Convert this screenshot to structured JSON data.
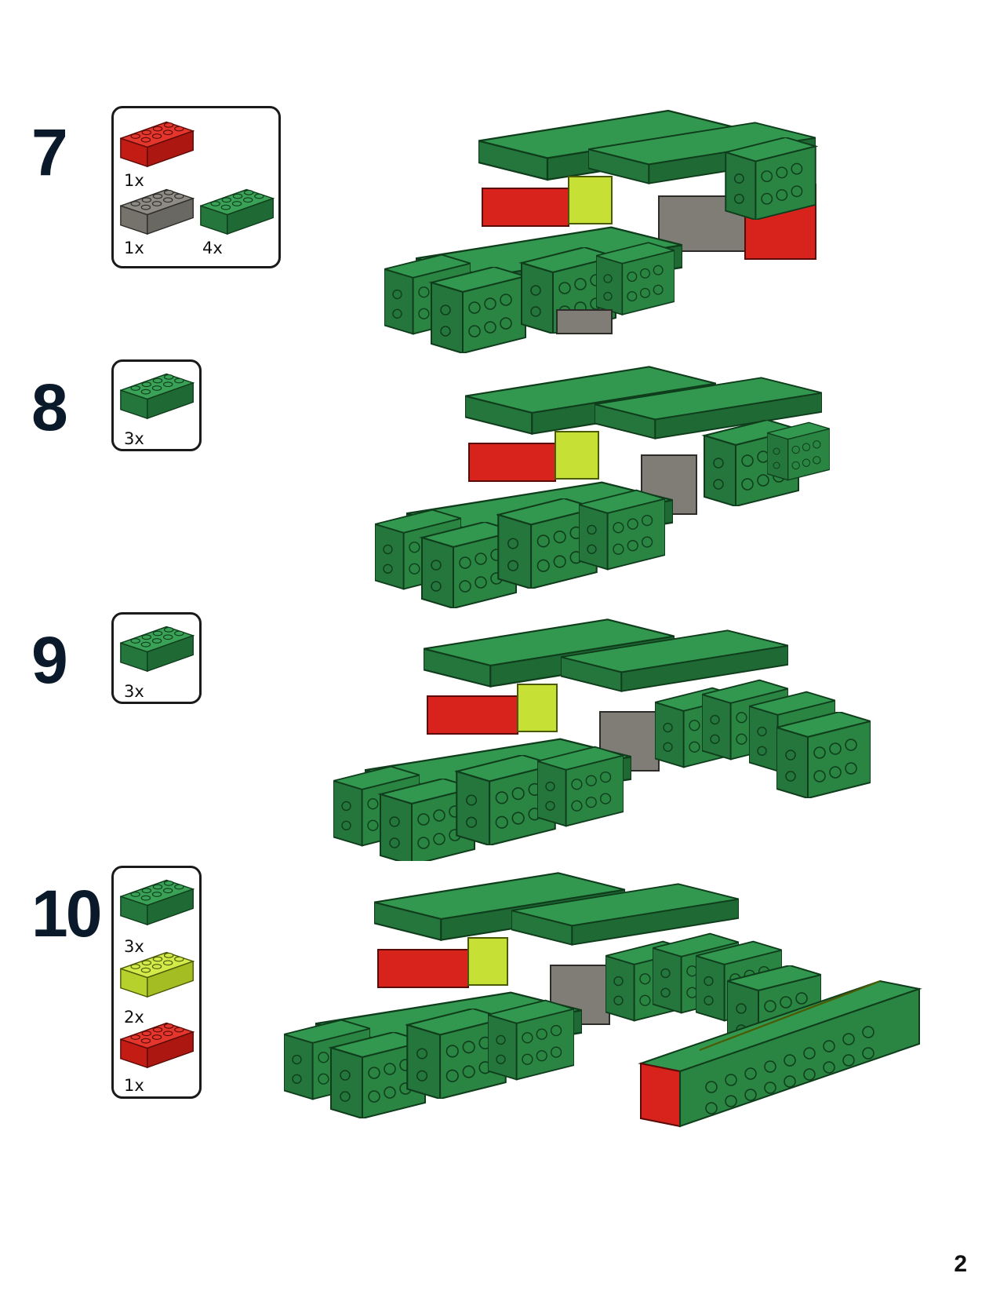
{
  "colors": {
    "green": "#2a8a45",
    "red": "#d7231b",
    "gray": "#7f7d76",
    "lime": "#c7e035"
  },
  "steps": [
    {
      "number": "7",
      "parts": [
        {
          "color": "red",
          "qty": "1x"
        },
        {
          "color": "gray",
          "qty": "1x"
        },
        {
          "color": "green",
          "qty": "4x"
        }
      ]
    },
    {
      "number": "8",
      "parts": [
        {
          "color": "green",
          "qty": "3x"
        }
      ]
    },
    {
      "number": "9",
      "parts": [
        {
          "color": "green",
          "qty": "3x"
        }
      ]
    },
    {
      "number": "10",
      "parts": [
        {
          "color": "green",
          "qty": "3x"
        },
        {
          "color": "lime",
          "qty": "2x"
        },
        {
          "color": "red",
          "qty": "1x"
        }
      ]
    }
  ],
  "page_number": "2"
}
